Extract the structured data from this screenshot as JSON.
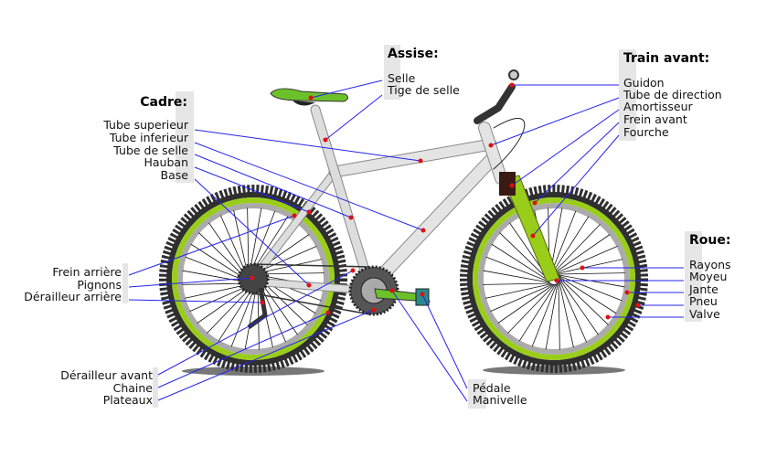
{
  "colors": {
    "leader_line": "#2323ee",
    "marker": "#e01010",
    "frame": "#d8d8d8",
    "accent_green": "#9acd1a",
    "tire": "#2f2f2f"
  },
  "cadre": {
    "title": "Cadre:",
    "items": [
      "Tube superieur",
      "Tube inferieur",
      "Tube de selle",
      "Hauban",
      "Base"
    ]
  },
  "assise": {
    "title": "Assise:",
    "items": [
      "Selle",
      "Tige de selle"
    ]
  },
  "train_avant": {
    "title": "Train avant:",
    "items": [
      "Guidon",
      "Tube de direction",
      "Amortisseur",
      "Frein avant",
      "Fourche"
    ]
  },
  "roue": {
    "title": "Roue:",
    "items": [
      "Rayons",
      "Moyeu",
      "Jante",
      "Pneu",
      "Valve"
    ]
  },
  "transmission_arriere": {
    "items": [
      "Frein arrière",
      "Pignons",
      "Dérailleur arrière"
    ]
  },
  "transmission_avant": {
    "items": [
      "Dérailleur avant",
      "Chaine",
      "Plateaux"
    ]
  },
  "pedalier": {
    "items": [
      "Pédale",
      "Manivelle"
    ]
  }
}
